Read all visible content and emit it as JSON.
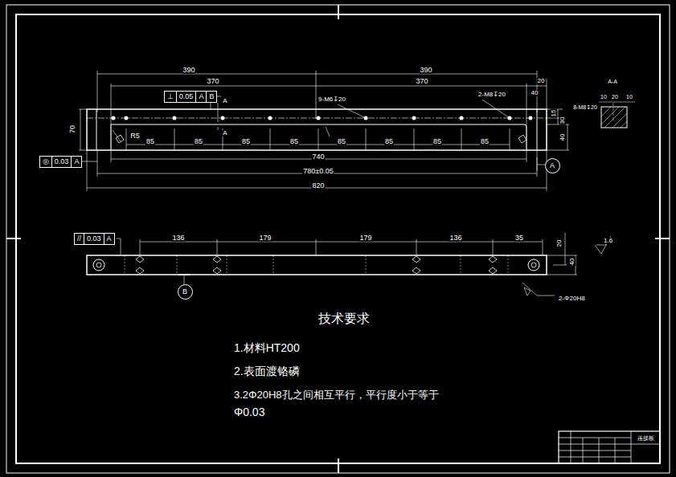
{
  "diagram": {
    "nodes": [
      {
        "text": [
          "⊥",
          "0.05",
          "A",
          "B"
        ]
      },
      {
        "text": [
          "◎",
          "0.03",
          "A"
        ]
      },
      {
        "text": [
          "//",
          "0.03",
          "A"
        ]
      },
      {
        "text": [
          "A"
        ]
      },
      {
        "text": [
          "B"
        ]
      }
    ],
    "labels": [
      "390",
      "390",
      "370",
      "370",
      "20",
      "40",
      "9-M6↧20",
      "2-M8↧20",
      "A",
      "A",
      "70",
      "15",
      "30",
      "40",
      "R5",
      "85",
      "85",
      "85",
      "85",
      "85",
      "85",
      "85",
      "85",
      "740",
      "780±0.05",
      "820",
      "A-A",
      "8-M8↧20",
      "10",
      "20",
      "10",
      "136",
      "179",
      "179",
      "136",
      "35",
      "20",
      "40",
      "1.6",
      "2-Φ20H8",
      "技术要求",
      "1.材料HT200",
      "2.表面渡铬磷",
      "3.2Φ20H8孔之间相互平行，平行度小于等于",
      "Φ0.03",
      "连接板"
    ]
  }
}
